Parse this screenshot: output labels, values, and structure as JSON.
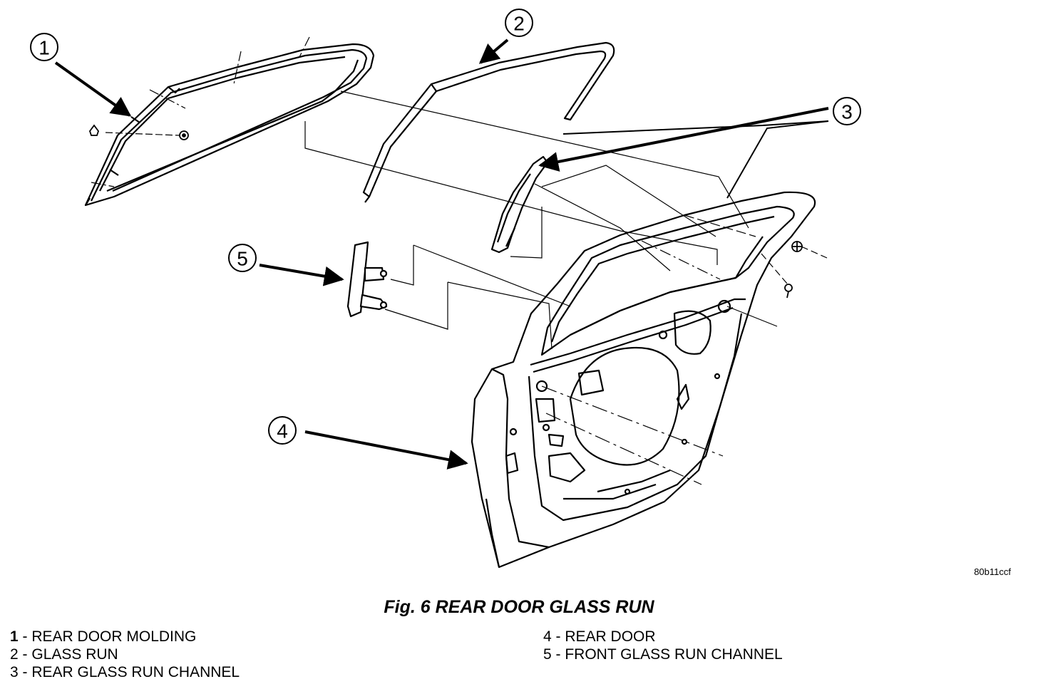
{
  "figure": {
    "caption": "Fig. 6 REAR DOOR GLASS RUN",
    "code": "80b11ccf"
  },
  "callouts": [
    "1",
    "2",
    "3",
    "4",
    "5"
  ],
  "legend": {
    "left": [
      {
        "num": "1",
        "sep": " - ",
        "label": "REAR DOOR MOLDING"
      },
      {
        "num": "2",
        "sep": " - ",
        "label": "GLASS RUN"
      },
      {
        "num": "3",
        "sep": " - ",
        "label": "REAR GLASS RUN CHANNEL"
      }
    ],
    "right": [
      {
        "num": "4",
        "sep": " - ",
        "label": "REAR DOOR"
      },
      {
        "num": "5",
        "sep": " - ",
        "label": "FRONT GLASS RUN CHANNEL"
      }
    ]
  },
  "colors": {
    "ink": "#000000",
    "background": "#ffffff"
  }
}
